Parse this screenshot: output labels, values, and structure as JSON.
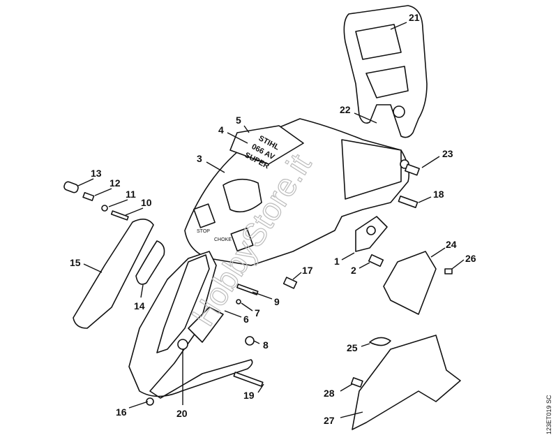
{
  "diagram": {
    "drawing_code": "123ET019 SC",
    "watermark": "HobbyStore.it",
    "decal_text": [
      "STIHL",
      "066 AV",
      "SUPER"
    ],
    "control_labels": {
      "stop": "STOP",
      "choke": "CHOKE"
    },
    "callouts": [
      "1",
      "2",
      "3",
      "4",
      "5",
      "6",
      "7",
      "8",
      "9",
      "10",
      "11",
      "12",
      "13",
      "14",
      "15",
      "16",
      "17",
      "18",
      "19",
      "20",
      "21",
      "22",
      "23",
      "24",
      "25",
      "26",
      "27",
      "28"
    ]
  }
}
